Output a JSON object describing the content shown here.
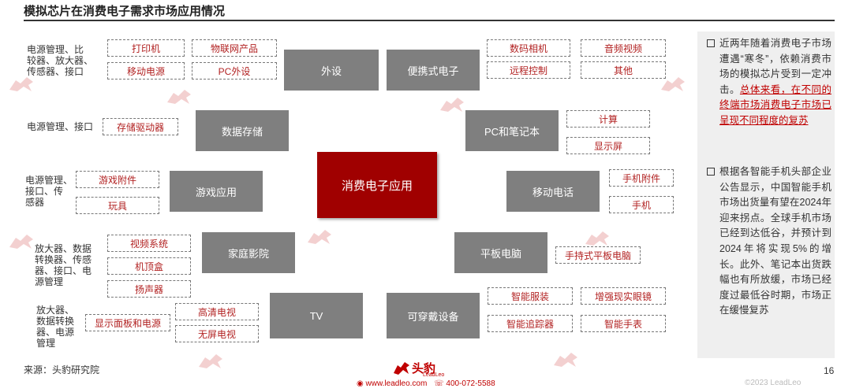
{
  "title": "模拟芯片在消费电子需求市场应用情况",
  "center_label": "消费电子应用",
  "categories": {
    "peripherals": "外设",
    "portable": "便携式电子",
    "storage": "数据存储",
    "pc": "PC和笔记本",
    "gaming": "游戏应用",
    "mobile": "移动电话",
    "home_theater": "家庭影院",
    "tablet": "平板电脑",
    "tv": "TV",
    "wearable": "可穿戴设备"
  },
  "items": {
    "printer": "打印机",
    "iot": "物联网产品",
    "power_bank": "移动电源",
    "pc_peripheral": "PC外设",
    "camera": "数码相机",
    "audio_video": "音频视频",
    "remote": "远程控制",
    "other": "其他",
    "storage_drive": "存储驱动器",
    "calculator": "计算",
    "display": "显示屏",
    "game_accessory": "游戏附件",
    "toy": "玩具",
    "phone_accessory": "手机附件",
    "phone": "手机",
    "video_system": "视频系统",
    "set_top_box": "机顶盒",
    "speaker": "扬声器",
    "handheld_tablet": "手持式平板电脑",
    "hdtv": "高清电视",
    "panel_power": "显示面板和电源",
    "frameless_tv": "无屏电视",
    "smart_clothing": "智能服装",
    "ar_glasses": "增强现实眼镜",
    "smart_tracker": "智能追踪器",
    "smart_watch": "智能手表"
  },
  "chip_labels": {
    "peripherals": "电源管理、比\n较器、放大器、\n传感器、接口",
    "storage": "电源管理、接口",
    "gaming": "电源管理、\n接口、传\n感器",
    "home_theater": "放大器、数据\n转换器、传感\n器、接口、电\n源管理",
    "tv": "放大器、\n数据转换\n器、电源\n管理"
  },
  "bullets": [
    {
      "text": "近两年随着消费电子市场遭遇“寒冬”，依赖消费市场的模拟芯片受到一定冲击。",
      "highlight": "总体来看，在不同的终端市场消费电子市场已呈现不同程度的复苏"
    },
    {
      "text": "根据各智能手机头部企业公告显示，中国智能手机市场出货量有望在2024年迎来拐点。全球手机市场已经到达低谷，并预计到2024年将实现5%的增长。此外、笔记本出货跌幅也有所放缓，市场已经度过最低谷时期，市场正在缓慢复苏",
      "highlight": ""
    }
  ],
  "source": "来源：头豹研究院",
  "page_number": "16",
  "logo": {
    "name": "头豹",
    "sub": "LeadLeo"
  },
  "contact": {
    "website": "www.leadleo.com",
    "phone": "400-072-5588"
  },
  "copyright": "©2023 LeadLeo",
  "colors": {
    "accent": "#a00000",
    "gray_box": "#7f7f7f",
    "item_text": "#b22222"
  }
}
